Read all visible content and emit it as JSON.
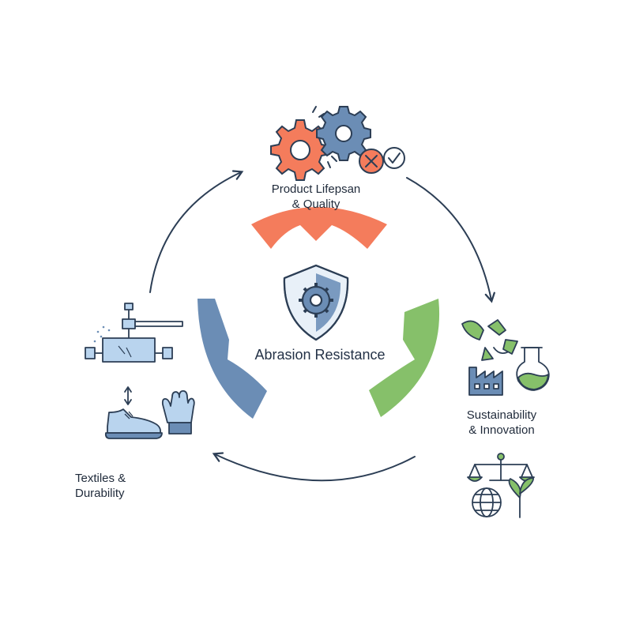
{
  "center": {
    "title": "Abrasion Resistance"
  },
  "nodes": {
    "top": {
      "line1": "Product Lifepsan",
      "line2": "& Quality"
    },
    "right": {
      "line1": "Sustainability",
      "line2": "& Innovation"
    },
    "left": {
      "line1": "Textiles &",
      "line2": "Durability"
    }
  },
  "colors": {
    "orange": "#f47c5c",
    "green": "#86c06a",
    "blue": "#6b8db5",
    "navy": "#2c3e55",
    "light_blue": "#b9d4ee"
  },
  "icons": [
    "gears-icon",
    "cross-check-icon",
    "shield-gear-icon",
    "recycle-icon",
    "factory-icon",
    "flask-icon",
    "scale-icon",
    "globe-icon",
    "sprout-icon",
    "abrasion-tester-icon",
    "shoe-icon",
    "glove-icon"
  ]
}
